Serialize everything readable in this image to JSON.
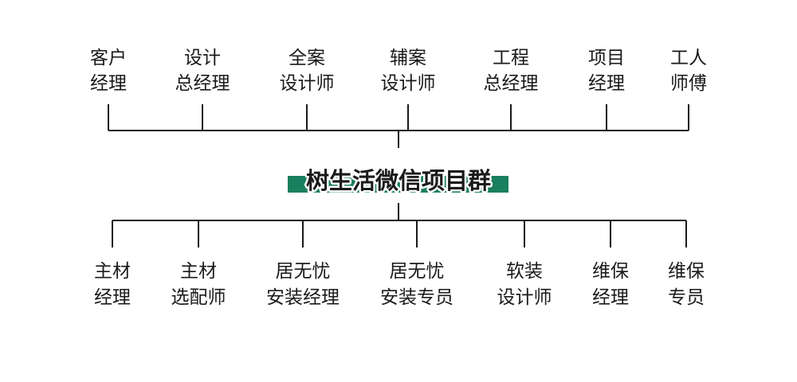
{
  "center": {
    "title": "树生活微信项目群",
    "accent_color": "#1a7f5e"
  },
  "top_roles": [
    {
      "lines": [
        "客户",
        "经理"
      ]
    },
    {
      "lines": [
        "设计",
        "总经理"
      ]
    },
    {
      "lines": [
        "全案",
        "设计师"
      ]
    },
    {
      "lines": [
        "辅案",
        "设计师"
      ]
    },
    {
      "lines": [
        "工程",
        "总经理"
      ]
    },
    {
      "lines": [
        "项目",
        "经理"
      ]
    },
    {
      "lines": [
        "工人",
        "师傅"
      ]
    }
  ],
  "bottom_roles": [
    {
      "lines": [
        "主材",
        "经理"
      ]
    },
    {
      "lines": [
        "主材",
        "选配师"
      ]
    },
    {
      "lines": [
        "居无忧",
        "安装经理"
      ]
    },
    {
      "lines": [
        "居无忧",
        "安装专员"
      ]
    },
    {
      "lines": [
        "软装",
        "设计师"
      ]
    },
    {
      "lines": [
        "维保",
        "经理"
      ]
    },
    {
      "lines": [
        "维保",
        "专员"
      ]
    }
  ]
}
